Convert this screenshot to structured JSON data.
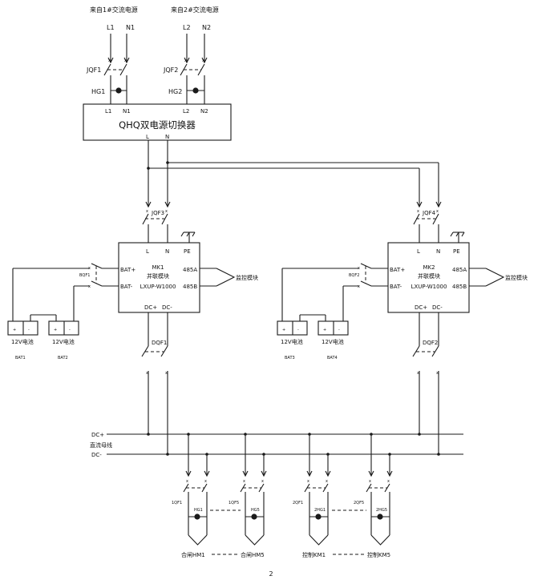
{
  "sources": {
    "src1": "来自1#交流电源",
    "src2": "来自2#交流电源"
  },
  "top": {
    "l1": "L1",
    "n1": "N1",
    "l2": "L2",
    "n2": "N2",
    "jqf1": "JQF1",
    "jqf2": "JQF2",
    "hg1": "HG1",
    "hg2": "HG2",
    "sw_l1": "L1",
    "sw_n1": "N1",
    "sw_l2": "L2",
    "sw_n2": "N2",
    "switch_title": "QHQ双电源切换器",
    "out_l": "L",
    "out_n": "N"
  },
  "left": {
    "jqf3": "JQF3",
    "l": "L",
    "n": "N",
    "pe": "PE",
    "bat_plus": "BAT+",
    "bat_minus": "BAT-",
    "mk": "MK1",
    "mk_name": "并联模块",
    "mk_model": "LXUP-W1000",
    "a485": "485A",
    "b485": "485B",
    "dcp": "DC+",
    "dcm": "DC-",
    "monitor": "监控模块",
    "bqf": "BQF1",
    "dqf": "DQF1",
    "bat_a_label": "12V电池",
    "bat_b_label": "12V电池",
    "bat_a_name": "BAT1",
    "bat_b_name": "BAT2"
  },
  "right": {
    "jqf4": "JQF4",
    "l": "L",
    "n": "N",
    "pe": "PE",
    "bat_plus": "BAT+",
    "bat_minus": "BAT-",
    "mk": "MK2",
    "mk_name": "并联模块",
    "mk_model": "LXUP-W1000",
    "a485": "485A",
    "b485": "485B",
    "dcp": "DC+",
    "dcm": "DC-",
    "monitor": "监控模块",
    "bqf": "BQF2",
    "dqf": "DQF2",
    "bat_a_label": "12V电池",
    "bat_b_label": "12V电池",
    "bat_a_name": "BAT3",
    "bat_b_name": "BAT4"
  },
  "bus": {
    "dcp": "DC+",
    "label": "直流母线",
    "dcm": "DC-"
  },
  "loads": [
    {
      "qf": "1QF1",
      "hg": "HG1",
      "label": "合闸HM1"
    },
    {
      "qf": "1QF5",
      "hg": "HG5",
      "label": "合闸HM5"
    },
    {
      "qf": "2QF1",
      "hg": "2HG1",
      "label": "控制KM1"
    },
    {
      "qf": "2QF5",
      "hg": "2HG5",
      "label": "控制KM5"
    }
  ],
  "page_number": "2"
}
